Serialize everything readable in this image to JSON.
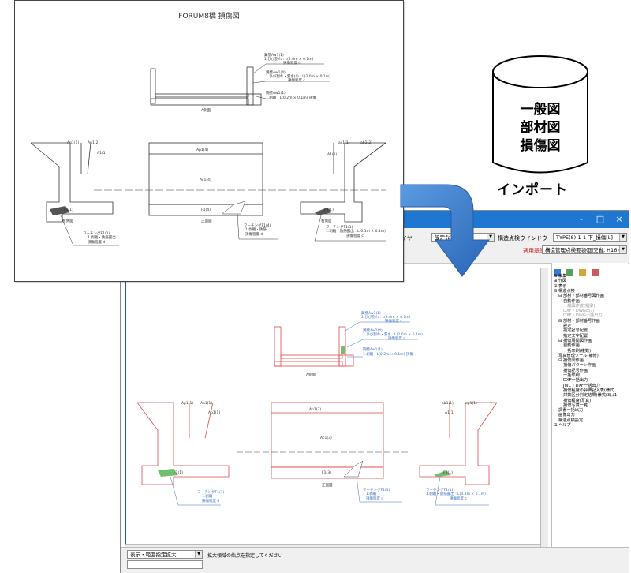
{
  "paper": {
    "title": "FORUM8橋 損傷図",
    "labels": {
      "side_view": "A側面",
      "front_view": "正面図",
      "left_view": "左側面",
      "right_view": "右側面",
      "abutment_left": "Ap1(1)",
      "abutment_left2": "Ap1(2)",
      "abutment_right": "ac1(1)",
      "abutment_right2": "ab1(2)",
      "center": "Ac1(4)",
      "mid_a": "Ap1(4)",
      "footing_left": "F1(1)",
      "footing_center": "F1(4)",
      "footing_right": "F1(1)",
      "wall_left": "A1(1)",
      "wall_right": "A1(1)"
    },
    "annotations": {
      "top_a": "翼壁Aw1(1)",
      "top_a_detail": "1.ひび割れ : L(2.0m × 0.1m)",
      "top_a_grade": "損傷程度  c",
      "mid_a": "翼壁Aw1(4)",
      "mid_a_detail": "1.ひび割れ・漏水(L)  : L(2.0m × 0.1m)",
      "mid_a_grade": "損傷程度  c",
      "bot_a": "胸壁Aw1(1)",
      "bot_a_detail": "1.剥離 : L(0.2m × 0.1m)  損傷",
      "foot_l": "フーチングF1(1)",
      "foot_l_detail": "1.剥離・鉄筋露出",
      "foot_l_grade": "損傷程度  d",
      "foot_c": "フーチングF1(4)",
      "foot_c_detail": "1.剥離・鉄筋",
      "foot_c_grade": "損傷程度  d",
      "foot_r": "フーチングF1(1)",
      "foot_r_detail": "1.剥離・鉄筋露出 : L(0.1m × 0.1m)",
      "foot_r_grade": "損傷程度  c"
    }
  },
  "cylinder": {
    "lines": [
      "一般図",
      "部材図",
      "損傷図"
    ],
    "import_label": "インポート"
  },
  "app": {
    "title_buttons": [
      "-",
      "□",
      "×"
    ],
    "toolbar": {
      "layer_label": "イヤ",
      "layer_combo": "設定なし",
      "window_label": "構造点検ウインドウ",
      "type_combo": "TYPE(S)-1-1-下_損傷[L]",
      "filter_label": "適用基準",
      "filter_combo": "構造管理点検要領(国交省, H16)"
    },
    "tree": {
      "items": [
        {
          "indent": 0,
          "text": "⊞ 編集",
          "dim": false
        },
        {
          "indent": 0,
          "text": "⊞ 作図",
          "dim": false
        },
        {
          "indent": 0,
          "text": "⊞ 表示",
          "dim": false
        },
        {
          "indent": 0,
          "text": "⊟ 構造点検",
          "dim": false
        },
        {
          "indent": 1,
          "text": "⊟ 部材・部材番号図作画",
          "dim": false
        },
        {
          "indent": 2,
          "text": "自動作画",
          "dim": false
        },
        {
          "indent": 2,
          "text": "一般図作成(橋梁)",
          "dim": true
        },
        {
          "indent": 2,
          "text": "DXF・DWG出力",
          "dim": true
        },
        {
          "indent": 2,
          "text": "DXF・DWG一括出力",
          "dim": true
        },
        {
          "indent": 1,
          "text": "⊟ 部材・部材番号作画",
          "dim": false
        },
        {
          "indent": 2,
          "text": "設定",
          "dim": false
        },
        {
          "indent": 2,
          "text": "指定記号配置",
          "dim": false
        },
        {
          "indent": 2,
          "text": "指定文字配置",
          "dim": false
        },
        {
          "indent": 1,
          "text": "⊟ 損傷展開図作画",
          "dim": false
        },
        {
          "indent": 2,
          "text": "自動作画",
          "dim": false
        },
        {
          "indent": 2,
          "text": "一括印刷(複数)",
          "dim": false
        },
        {
          "indent": 1,
          "text": "写真管理ツール(補修)",
          "dim": false
        },
        {
          "indent": 1,
          "text": "⊟ 損傷図作画",
          "dim": false
        },
        {
          "indent": 2,
          "text": "損傷パターン作画",
          "dim": false
        },
        {
          "indent": 2,
          "text": "損傷記号作画",
          "dim": false
        },
        {
          "indent": 2,
          "text": "一括印刷",
          "dim": false
        },
        {
          "indent": 2,
          "text": "DXF一括出力",
          "dim": false
        },
        {
          "indent": 2,
          "text": "JWC・DXF一括出力",
          "dim": false
        },
        {
          "indent": 2,
          "text": "損傷程度の評価記入表(様式",
          "dim": false
        },
        {
          "indent": 2,
          "text": "対策区分判定結果(様式(3),(1",
          "dim": false
        },
        {
          "indent": 2,
          "text": "損傷程度(写真)",
          "dim": false
        },
        {
          "indent": 2,
          "text": "損傷写真一覧",
          "dim": false
        },
        {
          "indent": 1,
          "text": "調書一括出力",
          "dim": false
        },
        {
          "indent": 1,
          "text": "画像出力",
          "dim": false
        },
        {
          "indent": 1,
          "text": "構造点検設定",
          "dim": false
        },
        {
          "indent": 0,
          "text": "⊞ ヘルプ",
          "dim": false
        }
      ]
    },
    "drawing": {
      "side_view": "A側面",
      "front_view": "正面図",
      "left_label": "Ap1(1)",
      "left_label2": "Ap1(1)",
      "left_label3": "Ap1(1)",
      "center_label": "Ap1(3)",
      "center_mid": "Ac1(3)",
      "center_foot": "F1(3)",
      "right_label": "ab1(1)",
      "right_label2": "ap1(1)",
      "right_label3": "A1(1)",
      "foot_left": "F1(1)",
      "foot_right": "F1(1)",
      "ann1": "翼壁Aw1(1)",
      "ann1b": "1.ひび割れ : L(2.0m × 0.1m)",
      "ann1c": "損傷程度  c",
      "ann2": "翼壁Aw1(4)",
      "ann2b": "1.ひび割れ・漏水 : L(2.0m × 0.1m)",
      "ann2c": "損傷程度  c",
      "ann3": "胸壁Aw1(1)",
      "ann3b": "1.剥離 : L(0.2m × 0.1m)  損傷",
      "ann4": "フーチングF1(1)",
      "ann4b": "1.剥離",
      "ann4c": "損傷程度  d",
      "ann5": "フーチングF1(3)",
      "ann5b": "1.剥離",
      "ann5c": "損傷程度  d",
      "ann6": "フーチングF1(1)",
      "ann6b": "1.剥離・鉄筋露出 : L(0.1m × 0.1m)",
      "ann6c": "損傷程度  c"
    },
    "status": {
      "mode_combo": "表示・範囲指定拡大",
      "message": "拡大領域の始点を指定してください"
    }
  }
}
